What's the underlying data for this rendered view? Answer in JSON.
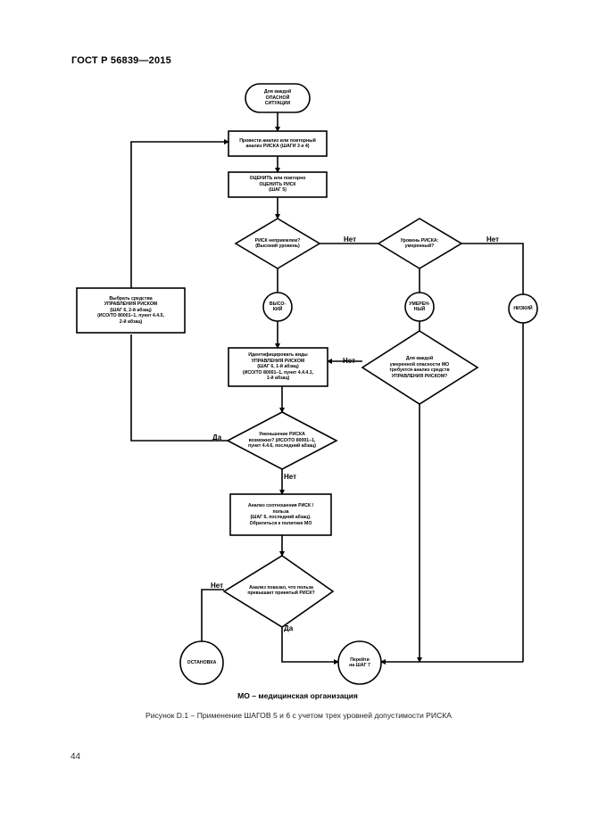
{
  "header": {
    "standard": "ГОСТ Р 56839—2015"
  },
  "flowchart": {
    "start": "Для каждой\nОПАСНОЙ\nСИТУАЦИИ",
    "step_analysis": "Провести анализ или повторный\nанализ РИСКА (ШАГИ 3 и 4)",
    "step_evaluate": "ОЦЕНИТЬ или повторно\nОЦЕНИТЬ РИСК\n(ШАГ 5)",
    "decision_unacceptable": "РИСК неприемлем?\n(Высокий уровень)",
    "decision_level": "Уровень РИСКА:\nумеренный?",
    "level_high": "ВЫСО-\nКИЙ",
    "level_moderate": "УМЕРЕН-\nНЫЙ",
    "level_low": "НИЗКИЙ",
    "step_select": "Выбрать средства\nУПРАВЛЕНИЯ РИСКОМ\n(ШАГ 6, 2-й абзац)\n(ИСО/ТО 80001–1, пункт 4.4.5,\n2-й абзац)",
    "step_identify": "Идентифицировать виды\nУПРАВЛЕНИЯ РИСКОМ\n(ШАГ 6, 1-й абзац)\n(ИСО/ТО 80001–1, пункт 4.4.4.1,\n1-й абзац)",
    "decision_moderate": "Для каждой\nумеренной опасности МО\nтребуется анализ средств\nУПРАВЛЕНИЯ РИСКОМ?",
    "decision_reduce": "Уменьшение РИСКА\nвозможно? (ИСО/ТО 80001–1,\nпункт 4.4.6, последний абзац)",
    "step_benefit": "Анализ соотношения РИСК /\nпольза\n(ШАГ 6, последний абзац).\nОбратиться к политике МО",
    "decision_benefit": "Анализ показал, что польза\nпревышает принятый РИСК?",
    "end_stop": "ОСТАНОВКА",
    "end_next": "Перейти\nна ШАГ 7",
    "labels": {
      "no": "Нет",
      "yes": "Да"
    }
  },
  "legend": "МО – медицинская организация",
  "caption": "Рисунок D.1 – Применение ШАГОВ 5 и 6 с учетом трех уровней допустимости РИСКА",
  "page_number": "44"
}
